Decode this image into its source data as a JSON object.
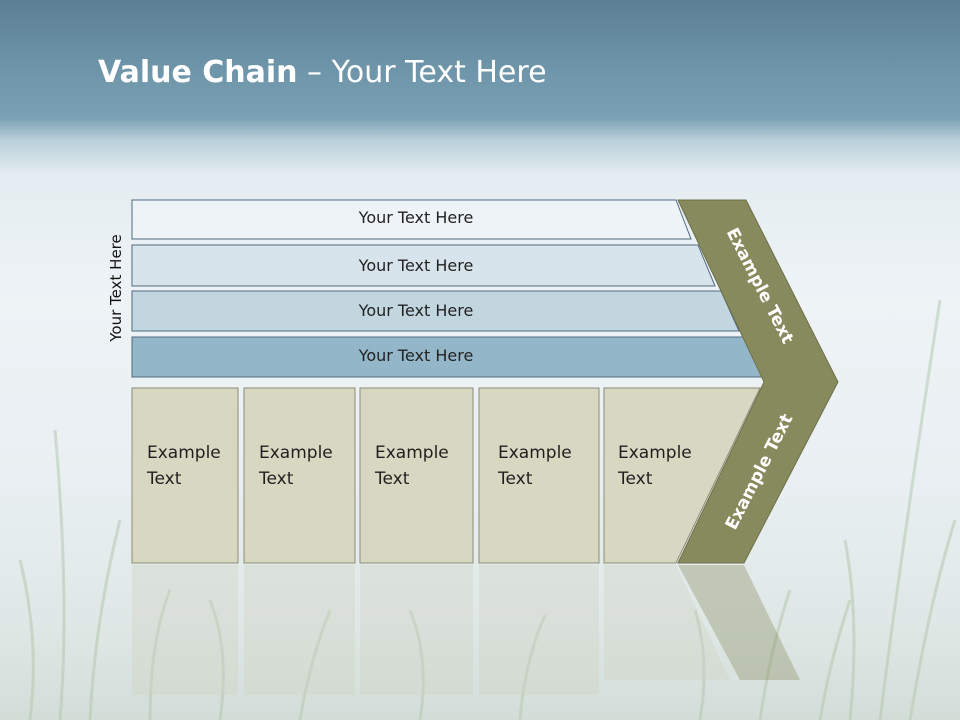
{
  "slide": {
    "title_bold": "Value Chain",
    "title_rest": " – Your Text Here",
    "side_label": "Your Text Here"
  },
  "bars": [
    {
      "label": "Your Text Here",
      "fill": "#eef3f7"
    },
    {
      "label": "Your Text Here",
      "fill": "#d8e4ec"
    },
    {
      "label": "Your Text Here",
      "fill": "#c2d6e0"
    },
    {
      "label": "Your Text Here",
      "fill": "#93b7c8"
    }
  ],
  "boxes": [
    {
      "line1": "Example",
      "line2": "Text"
    },
    {
      "line1": "Example",
      "line2": "Text"
    },
    {
      "line1": "Example",
      "line2": "Text"
    },
    {
      "line1": "Example",
      "line2": "Text"
    },
    {
      "line1": "Example",
      "line2": "Text"
    }
  ],
  "chevron": {
    "upper_label": "Example Text",
    "lower_label": "Example Text",
    "fill": "#878a5c"
  },
  "colors": {
    "box_fill": "#d8d7c2",
    "outline": "#4f6a80"
  }
}
